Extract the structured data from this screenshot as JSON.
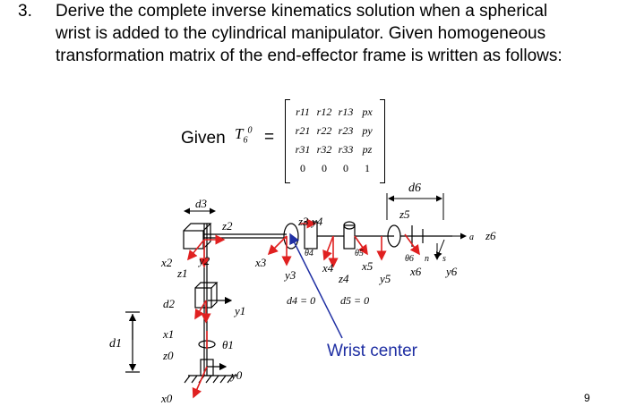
{
  "problem": {
    "number": "3.",
    "lines": [
      "Derive the complete inverse kinematics solution when a spherical",
      "wrist is added to the cylindrical manipulator. Given homogeneous",
      "transformation matrix of the end-effector frame is written as follows:"
    ]
  },
  "given": {
    "label": "Given",
    "symbol": "T",
    "sub": "6",
    "sup": "0",
    "equals": "=",
    "matrix": [
      [
        "r11",
        "r12",
        "r13",
        "px"
      ],
      [
        "r21",
        "r22",
        "r23",
        "py"
      ],
      [
        "r31",
        "r32",
        "r33",
        "pz"
      ],
      [
        "0",
        "0",
        "0",
        "1"
      ]
    ]
  },
  "diagram_labels": {
    "d3": "d3",
    "z2": "z2",
    "x2": "x2",
    "y2": "y2",
    "z1": "z1",
    "d2": "d2",
    "y1": "y1",
    "x1": "x1",
    "theta1": "θ1",
    "z0": "z0",
    "y0": "y0",
    "x0": "x0",
    "d1": "d1",
    "x3": "x3",
    "y3": "y3",
    "z3": "z3",
    "y4": "y4",
    "theta4": "θ4",
    "x4": "x4",
    "z4": "z4",
    "theta5": "θ5",
    "x5": "x5",
    "y5": "y5",
    "z5": "z5",
    "d6": "d6",
    "theta6": "θ6",
    "n": "n",
    "s": "s",
    "a": "a",
    "z6": "z6",
    "x6": "x6",
    "y6": "y6",
    "d4eq": "d4 = 0",
    "d5eq": "d5 = 0"
  },
  "wrist_center": "Wrist center",
  "page_number": "9",
  "colors": {
    "axis": "#e02020",
    "wrist_pointer": "#1f2fa3",
    "ink": "#000000"
  }
}
